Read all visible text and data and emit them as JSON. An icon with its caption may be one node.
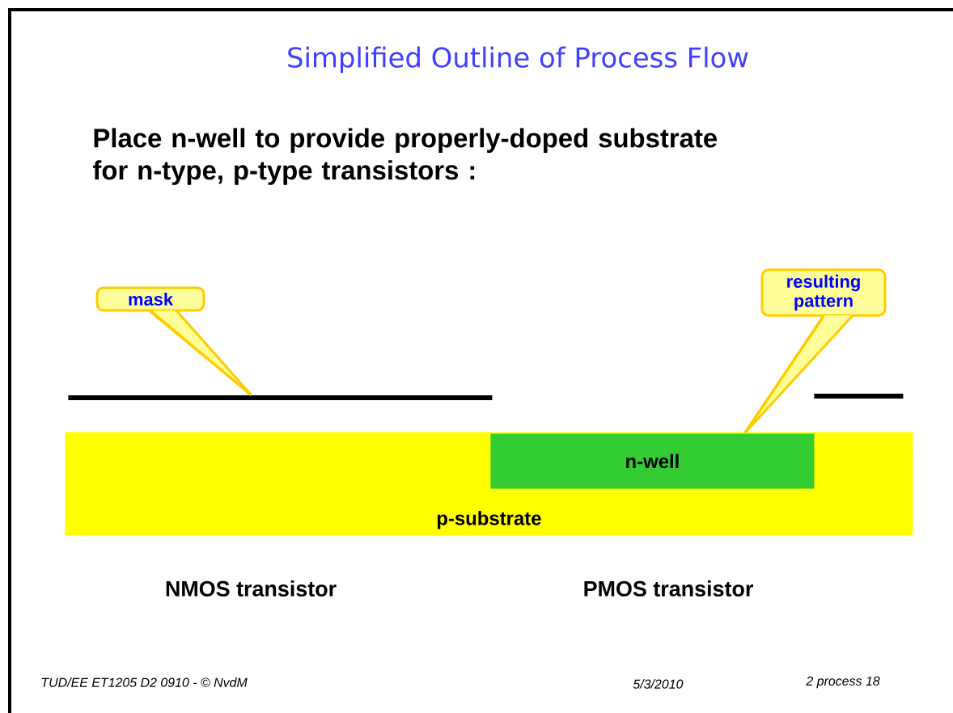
{
  "diagram": {
    "title": "Simplified Outline of Process Flow",
    "nodes": [
      {
        "text": [
          "mask"
        ]
      },
      {
        "text": [
          "resulting pattern"
        ]
      },
      {
        "text": [
          "p-substrate"
        ]
      },
      {
        "text": [
          "n-well"
        ],
        "in": 2
      },
      {
        "text": [],
        "shape": "bar"
      },
      {
        "text": [],
        "shape": "bar"
      }
    ],
    "edges": [
      {
        "from": 0,
        "to": 4,
        "arrow": "none"
      },
      {
        "from": 1,
        "to": 3,
        "arrow": "none"
      }
    ],
    "labels": [
      "Place **n-well** to provide properly-doped substrate for n-type, p-type transistors :",
      "NMOS transistor",
      "PMOS transistor",
      "TUD/EE ET1205 D2 0910 - © NvdM",
      "5/3/2010",
      "2 process 18"
    ]
  }
}
